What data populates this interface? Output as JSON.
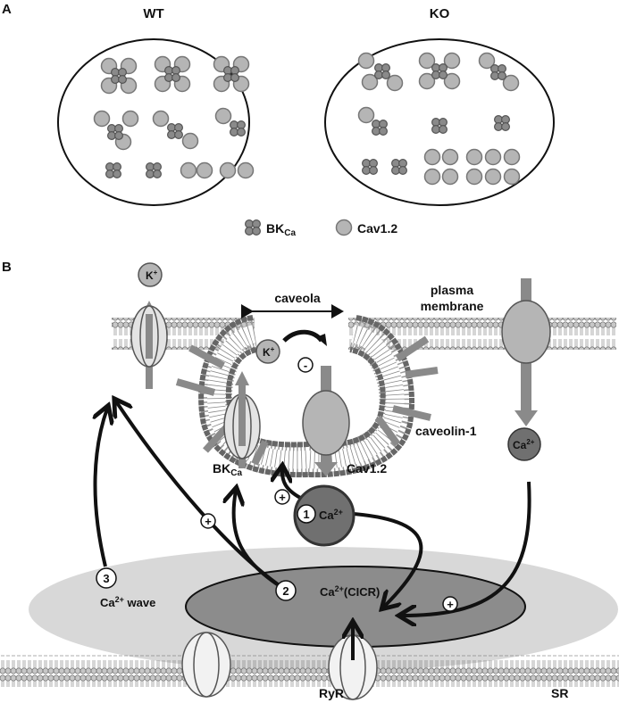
{
  "panel_a": {
    "label": "A",
    "wt_title": "WT",
    "ko_title": "KO",
    "legend": {
      "bk_label": "BK",
      "bk_sub": "Ca",
      "cav_label": "Cav1.2"
    }
  },
  "panel_b": {
    "label": "B",
    "k_ion_top": "K",
    "k_ion_top_sup": "+",
    "caveola": "caveola",
    "plasma_line1": "plasma",
    "plasma_line2": "membrane",
    "k_ion_mid": "K",
    "k_ion_mid_sup": "+",
    "minus": "-",
    "caveolin": "caveolin-1",
    "bk_label": "BK",
    "bk_sub": "Ca",
    "cav_label": "Cav1.2",
    "ca_right": "Ca",
    "ca_right_sup": "2+",
    "plus_1": "+",
    "plus_2": "+",
    "plus_3": "+",
    "step1_num": "1",
    "step1_ca": "Ca",
    "step1_sup": "2+",
    "step2_num": "2",
    "step3_num": "3",
    "ca_wave": "Ca",
    "ca_wave_sup": "2+",
    "ca_wave_word": " wave",
    "cicr_ca": "Ca",
    "cicr_sup": "2+",
    "cicr_rest": "(CICR)",
    "ryr": "RyR",
    "sr": "SR"
  },
  "colors": {
    "bk_fill": "#8a8a8a",
    "cav_fill": "#b5b5b5",
    "ca_dark": "#707070",
    "sr_light": "#d8d8d8",
    "sr_dark": "#8c8c8c",
    "arrow_grey": "#8a8a8a"
  }
}
